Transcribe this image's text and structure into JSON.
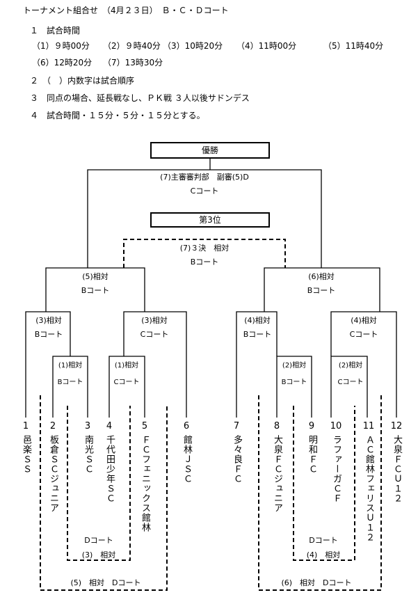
{
  "header": {
    "title": "トーナメント組合せ　（4月２３日）　Ｂ・Ｃ・Ｄコート",
    "note1_heading": "１　試合時間",
    "times_row1": [
      "（1）９時00分",
      "（2）９時40分",
      "（3）10時20分",
      "（4）11時00分",
      "（5）11時40分"
    ],
    "times_row2": [
      "（6）12時20分",
      "（7）13時30分"
    ],
    "note2": "２　（　）内数字は試合順序",
    "note3": "３　同点の場合、延長戦なし、ＰＫ戦 ３人以後サドンデス",
    "note4": "４　試合時間・１５分・５分・１５分とする。"
  },
  "bracket": {
    "final_box": "優勝",
    "final_match": "(7)主審審判部　副審(5)D",
    "final_court": "Cコート",
    "third_box": "第3位",
    "third_match": "(7)３決　相対",
    "third_court": "Bコート",
    "semi_left_match": "(5)相対",
    "semi_left_court": "Bコート",
    "semi_right_match": "(6)相対",
    "semi_right_court": "Bコート",
    "qf1_match": "(3)相対",
    "qf1_court": "Bコート",
    "qf2_match": "(3)相対",
    "qf2_court": "Cコート",
    "qf3_match": "(4)相対",
    "qf3_court": "Bコート",
    "qf4_match": "(4)相対",
    "qf4_court": "Cコート",
    "r1a_match": "(1)相対",
    "r1a_court": "Bコート",
    "r1b_match": "(1)相対",
    "r1b_court": "Cコート",
    "r1c_match": "(2)相対",
    "r1c_court": "Bコート",
    "r1d_match": "(2)相対",
    "r1d_court": "Cコート",
    "d_left_inner_court": "Dコート",
    "d_left_inner_match": "(3)　相対",
    "d_left_outer": "(5)　相対　Dコート",
    "d_right_inner_court": "Dコート",
    "d_right_inner_match": "(4)　相対",
    "d_right_outer": "(6)　相対　Dコート"
  },
  "teams": [
    {
      "num": "1",
      "name": "邑楽ＳＳ"
    },
    {
      "num": "2",
      "name": "板倉ＳＣジュニア"
    },
    {
      "num": "3",
      "name": "南光ＳＣ"
    },
    {
      "num": "4",
      "name": "千代田少年ＳＣ"
    },
    {
      "num": "5",
      "name": "ＦＣフェニックス館林"
    },
    {
      "num": "6",
      "name": "館林ＪＳＣ"
    },
    {
      "num": "7",
      "name": "多々良ＦＣ"
    },
    {
      "num": "8",
      "name": "大泉ＦＣジュニア"
    },
    {
      "num": "9",
      "name": "明和ＦＣ"
    },
    {
      "num": "10",
      "name": "ラファーガＣＦ"
    },
    {
      "num": "11",
      "name": "ＡＣ館林フェリスＵ１２"
    },
    {
      "num": "12",
      "name": "大泉ＦＣＵ１２"
    }
  ]
}
